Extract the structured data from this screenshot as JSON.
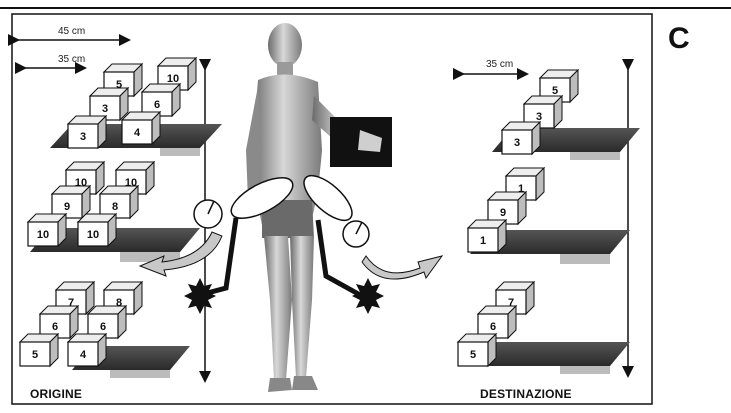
{
  "panel_letter": "C",
  "labels": {
    "origin": "ORIGINE",
    "destination": "DESTINAZIONE"
  },
  "dimensions": {
    "left_outer": "45 cm",
    "left_inner": "35 cm",
    "right": "35 cm"
  },
  "box_numbers": {
    "origin_top": [
      "5",
      "10",
      "3",
      "6",
      "3",
      "4"
    ],
    "origin_mid": [
      "10",
      "10",
      "9",
      "8",
      "10",
      "10"
    ],
    "origin_low": [
      "7",
      "8",
      "6",
      "6",
      "5",
      "4"
    ],
    "destination_top": [
      "5",
      "3",
      "3"
    ],
    "destination_mid": [
      "1",
      "9",
      "1"
    ],
    "destination_low": [
      "7",
      "6",
      "5"
    ]
  }
}
